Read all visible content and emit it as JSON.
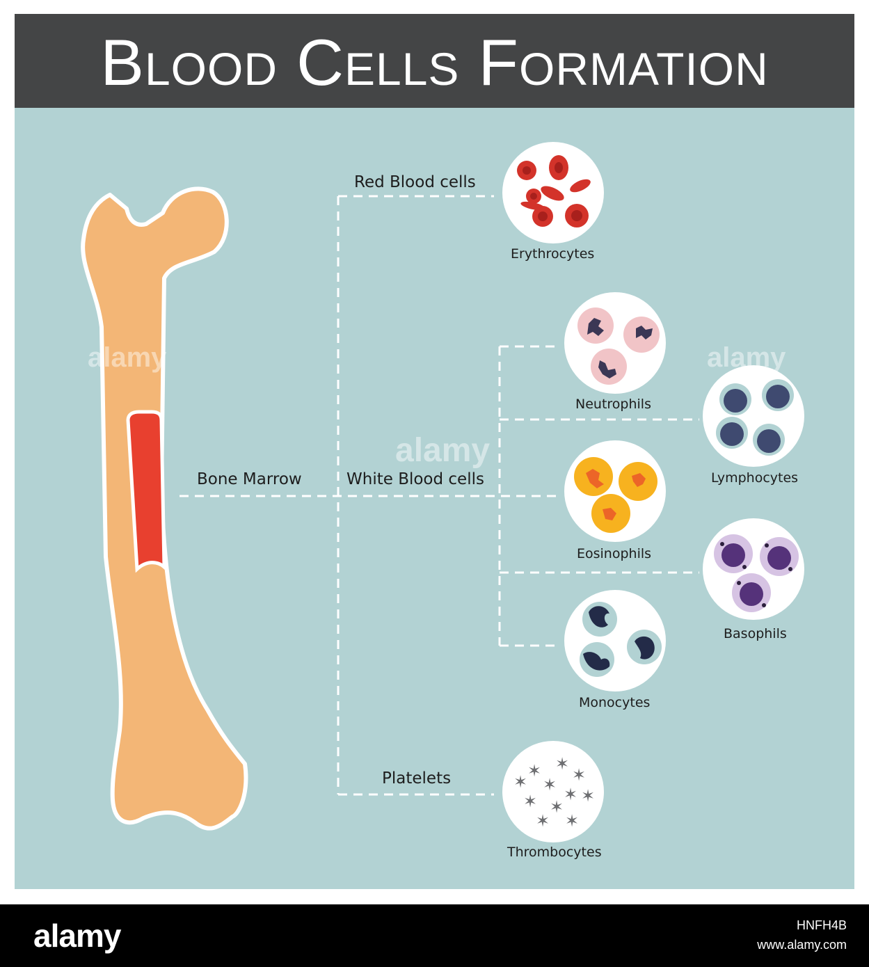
{
  "title": "Blood Cells Formation",
  "colors": {
    "header": "#444546",
    "background": "#b2d2d3",
    "bone": "#f3b676",
    "marrow": "#e8402f",
    "connector": "#ffffff"
  },
  "labels": {
    "bone_marrow": "Bone Marrow",
    "red_blood_cells": "Red Blood cells",
    "white_blood_cells": "White Blood cells",
    "platelets": "Platelets"
  },
  "cells": {
    "erythrocytes": "Erythrocytes",
    "neutrophils": "Neutrophils",
    "lymphocytes": "Lymphocytes",
    "eosinophils": "Eosinophils",
    "basophils": "Basophils",
    "monocytes": "Monocytes",
    "thrombocytes": "Thrombocytes"
  },
  "watermark": "alamy",
  "footer": {
    "logo": "alamy",
    "image_id": "HNFH4B",
    "url": "www.alamy.com"
  }
}
